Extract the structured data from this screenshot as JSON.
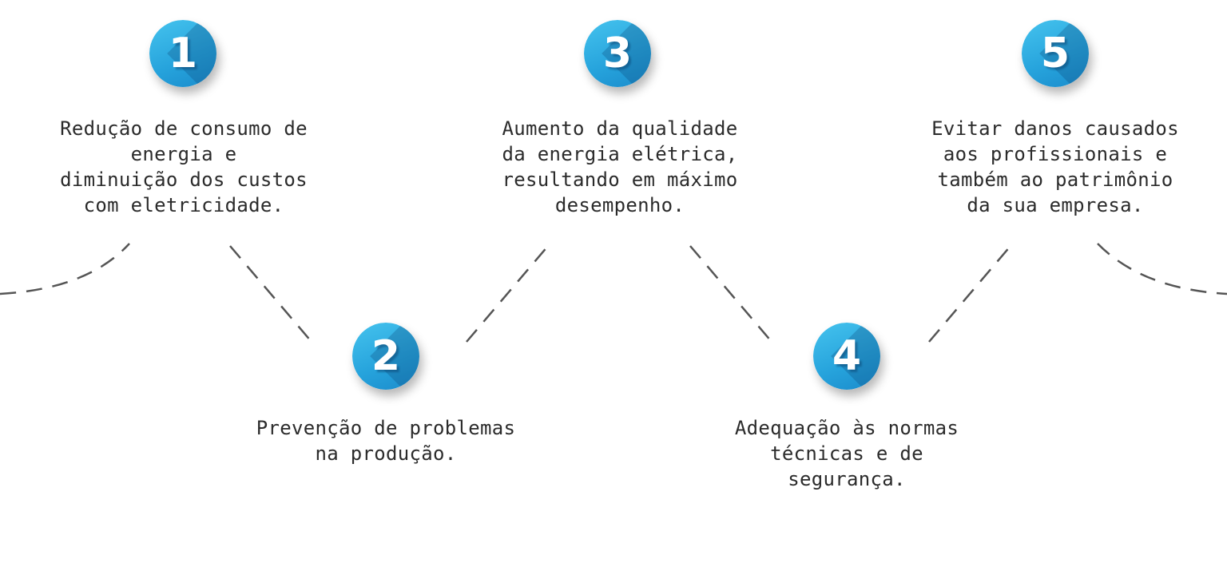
{
  "colors": {
    "badge": "#26a3dc",
    "badge_light": "#45c3ee",
    "badge_dark": "#1b8ccc",
    "dash_line": "#555555",
    "text": "#2b2b2b"
  },
  "steps": [
    {
      "number": "1",
      "text": "Redução de consumo de\nenergia e\ndiminuição dos custos\ncom eletricidade."
    },
    {
      "number": "2",
      "text": "Prevenção de problemas\nna produção."
    },
    {
      "number": "3",
      "text": "Aumento da qualidade\nda energia elétrica,\nresultando em máximo\ndesempenho."
    },
    {
      "number": "4",
      "text": "Adequação às normas\ntécnicas e de\nsegurança."
    },
    {
      "number": "5",
      "text": "Evitar danos causados\naos profissionais e\ntambém ao patrimônio\nda sua empresa."
    }
  ]
}
